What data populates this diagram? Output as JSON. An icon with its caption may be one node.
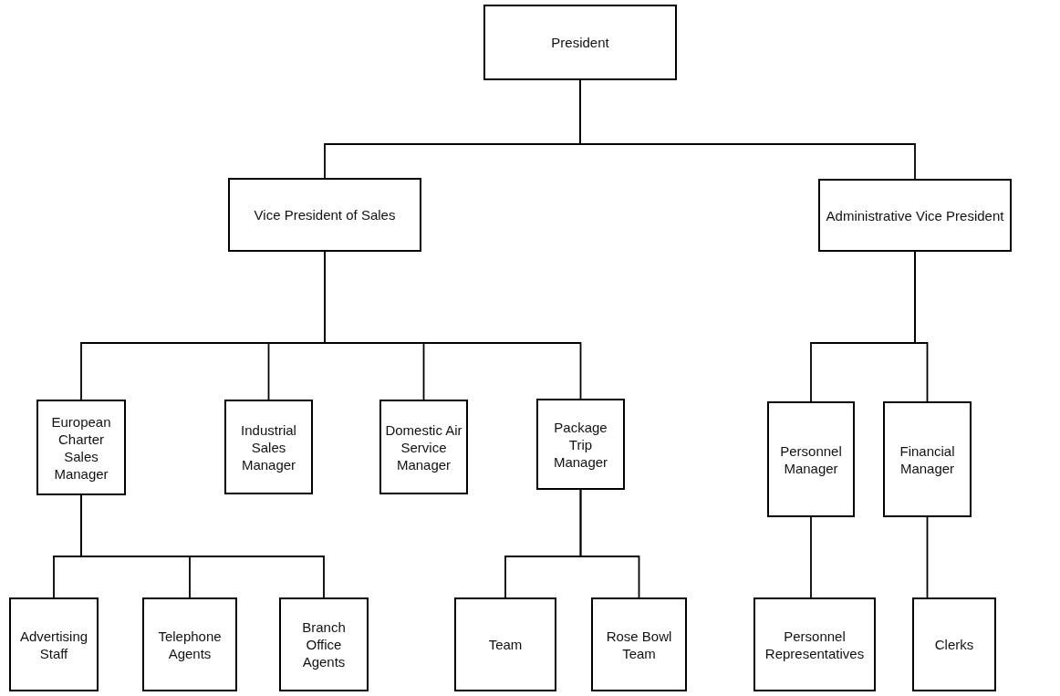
{
  "diagram": {
    "nodes": [
      {
        "text": [
          "President"
        ]
      },
      {
        "text": [
          "Vice President of Sales"
        ]
      },
      {
        "text": [
          "Administrative Vice President"
        ]
      },
      {
        "text": [
          "European Charter Sales Manager"
        ]
      },
      {
        "text": [
          "Industrial Sales Manager"
        ]
      },
      {
        "text": [
          "Domestic Air Service Manager"
        ]
      },
      {
        "text": [
          "Package Trip Manager"
        ]
      },
      {
        "text": [
          "Personnel Manager"
        ]
      },
      {
        "text": [
          "Financial Manager"
        ]
      },
      {
        "text": [
          "Advertising Staff"
        ]
      },
      {
        "text": [
          "Telephone Agents"
        ]
      },
      {
        "text": [
          "Branch Office Agents"
        ]
      },
      {
        "text": [
          "Team"
        ]
      },
      {
        "text": [
          "Rose Bowl Team"
        ]
      },
      {
        "text": [
          "Personnel Representatives"
        ]
      },
      {
        "text": [
          "Clerks"
        ]
      }
    ],
    "edges": [
      {
        "from": 0,
        "to": 1,
        "arrow": "none"
      },
      {
        "from": 0,
        "to": 2,
        "arrow": "none"
      },
      {
        "from": 1,
        "to": 3,
        "arrow": "none"
      },
      {
        "from": 1,
        "to": 4,
        "arrow": "none"
      },
      {
        "from": 1,
        "to": 5,
        "arrow": "none"
      },
      {
        "from": 1,
        "to": 6,
        "arrow": "none"
      },
      {
        "from": 2,
        "to": 7,
        "arrow": "none"
      },
      {
        "from": 2,
        "to": 8,
        "arrow": "none"
      },
      {
        "from": 3,
        "to": 9,
        "arrow": "none"
      },
      {
        "from": 3,
        "to": 10,
        "arrow": "none"
      },
      {
        "from": 3,
        "to": 11,
        "arrow": "none"
      },
      {
        "from": 6,
        "to": 12,
        "arrow": "none"
      },
      {
        "from": 6,
        "to": 13,
        "arrow": "none"
      },
      {
        "from": 7,
        "to": 14,
        "arrow": "none"
      },
      {
        "from": 8,
        "to": 15,
        "arrow": "none"
      }
    ]
  }
}
